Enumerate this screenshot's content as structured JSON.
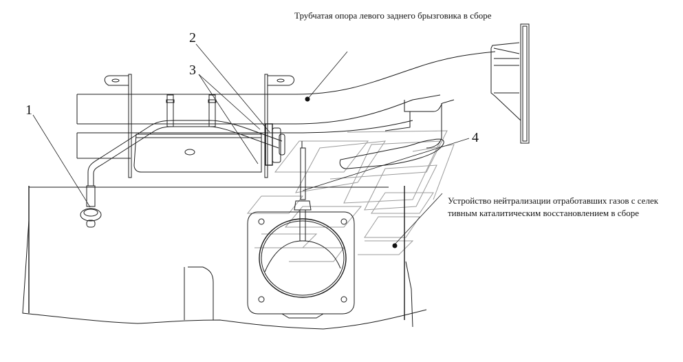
{
  "drawing": {
    "title": "Exhaust aftertreatment assembly — parts diagram",
    "callouts": [
      {
        "number": "1"
      },
      {
        "number": "2"
      },
      {
        "number": "3"
      },
      {
        "number": "4"
      }
    ],
    "captions": {
      "mudguard_support": "Трубчатая опора левого заднего брызговика в сборе",
      "scr_device_line1": "Устройство нейтрализации отработавших газов с селек",
      "scr_device_line2": "тивным каталитическим восстановлением в сборе"
    },
    "colors": {
      "line": "#1a1a1a",
      "watermark": "#9a9a9a",
      "background": "#ffffff"
    }
  }
}
